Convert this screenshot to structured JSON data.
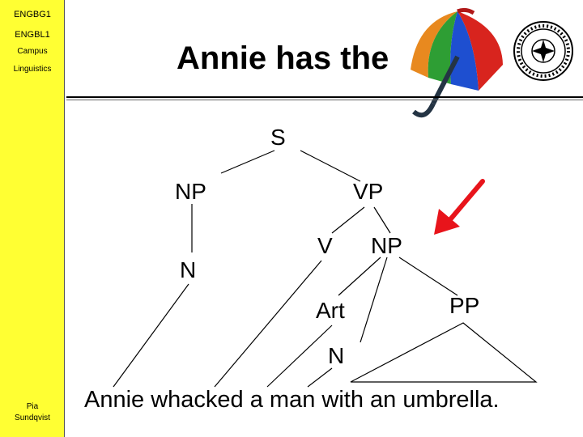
{
  "sidebar": {
    "course1": "ENGBG1",
    "course2": "ENGBL1",
    "campus": "Campus",
    "linguistics": "Linguistics",
    "author_first": "Pia",
    "author_last": "Sundqvist"
  },
  "slide": {
    "title": "Annie has the",
    "sentence": "Annie whacked a man with an umbrella."
  },
  "tree": {
    "S": "S",
    "NP_subject": "NP",
    "VP": "VP",
    "N_subject": "N",
    "V": "V",
    "NP_object": "NP",
    "Art": "Art",
    "PP": "PP",
    "N_object": "N"
  },
  "colors": {
    "sidebar": "#ffff33",
    "arrow": "#e8141b"
  },
  "icons": [
    "umbrella-icon",
    "university-seal-icon",
    "red-arrow-icon"
  ]
}
